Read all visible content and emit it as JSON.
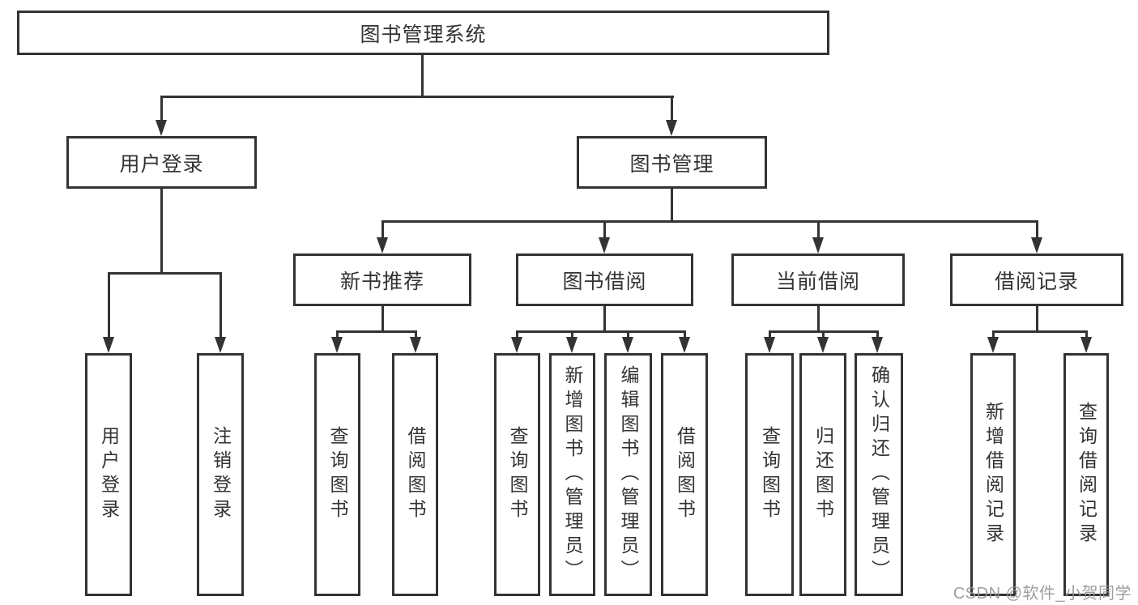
{
  "diagram": {
    "root": {
      "label": "图书管理系统"
    },
    "level2": {
      "user_login": {
        "label": "用户登录"
      },
      "book_mgmt": {
        "label": "图书管理"
      }
    },
    "level3": {
      "new_book_rec": {
        "label": "新书推荐"
      },
      "book_borrow": {
        "label": "图书借阅"
      },
      "current_borrow": {
        "label": "当前借阅"
      },
      "borrow_record": {
        "label": "借阅记录"
      }
    },
    "leaves": {
      "user_login": {
        "label": "用户登录"
      },
      "logout": {
        "label": "注销登录"
      },
      "rec_query_book": {
        "label": "查询图书"
      },
      "rec_borrow_book": {
        "label": "借阅图书"
      },
      "bb_query_book": {
        "label": "查询图书"
      },
      "bb_add_book": {
        "label": "新增图书（管理员）"
      },
      "bb_edit_book": {
        "label": "编辑图书（管理员）"
      },
      "bb_borrow_book": {
        "label": "借阅图书"
      },
      "cb_query_book": {
        "label": "查询图书"
      },
      "cb_return_book": {
        "label": "归还图书"
      },
      "cb_confirm_return": {
        "label": "确认归还（管理员）"
      },
      "br_add_record": {
        "label": "新增借阅记录"
      },
      "br_query_record": {
        "label": "查询借阅记录"
      }
    },
    "colors": {
      "line": "#333333",
      "text": "#333333",
      "background": "#ffffff",
      "watermark": "#949494"
    }
  },
  "watermark": {
    "text": "CSDN @软件_小贺同学"
  }
}
